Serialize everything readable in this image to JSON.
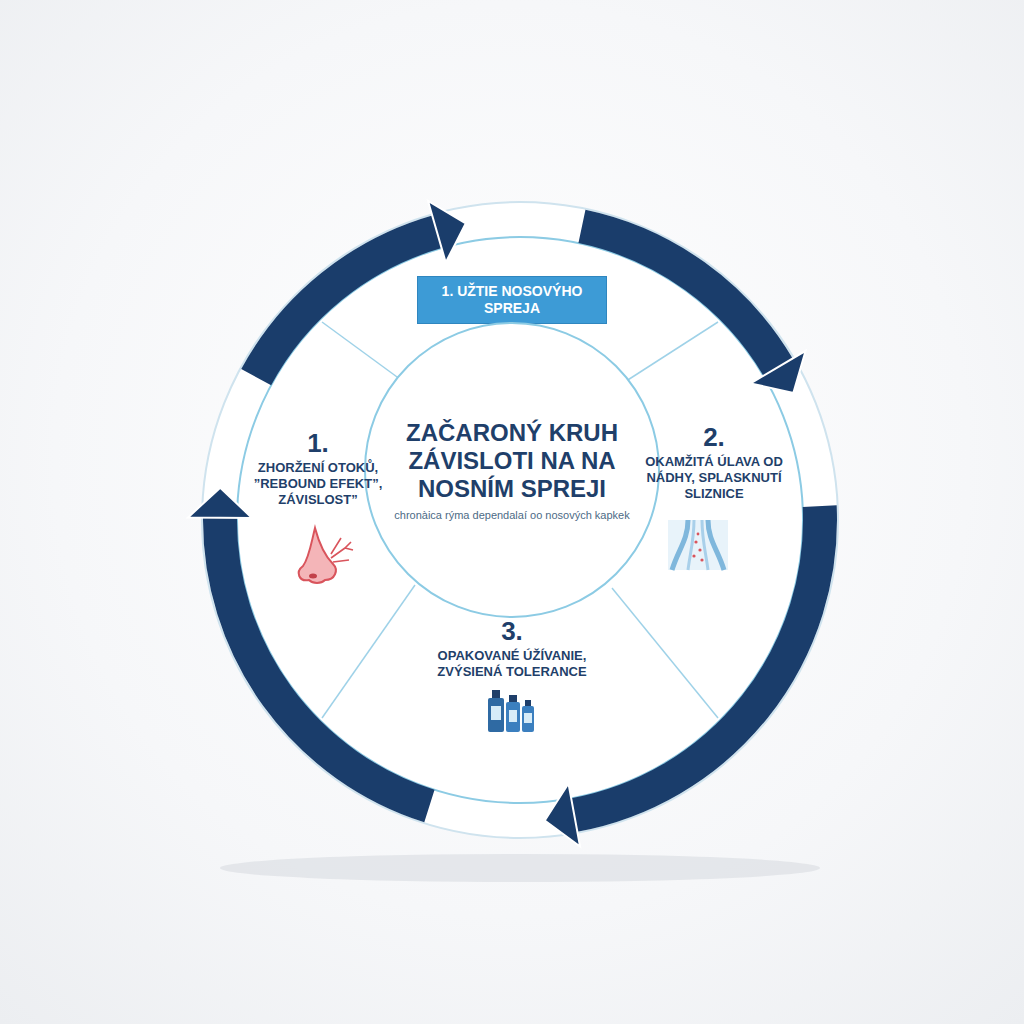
{
  "diagram": {
    "nodes": [
      {
        "text": [
          "1. UŽTIE NOSOVÝHO SPREJA"
        ]
      },
      {
        "text": [
          "ZAČARONÝ KRUH ZÁVISLOTI NA NA NOSNÍM SPREJI",
          "chronàica rýma dependalaí oo nosových kapkek"
        ]
      },
      {
        "text": [
          "2.",
          "OKAMŽITÁ ÚLAVA OD NÁDHY, SPLASKNUTÍ SLIZNICE"
        ]
      },
      {
        "text": [
          "3.",
          "OPAKOVANÉ ÚŽÍVANIE, ZVÝSIENÁ TOLERANCE"
        ]
      },
      {
        "text": [
          "1.",
          "ZHORŽENÍ OTOKŮ, ”REBOUND EFEKT”, ZÁVISLOST”"
        ]
      }
    ],
    "edges": [
      {
        "from": 0,
        "to": 2,
        "arrow": "to"
      },
      {
        "from": 2,
        "to": 3,
        "arrow": "to"
      },
      {
        "from": 3,
        "to": 4,
        "arrow": "to"
      },
      {
        "from": 4,
        "to": 0,
        "arrow": "to"
      }
    ]
  }
}
